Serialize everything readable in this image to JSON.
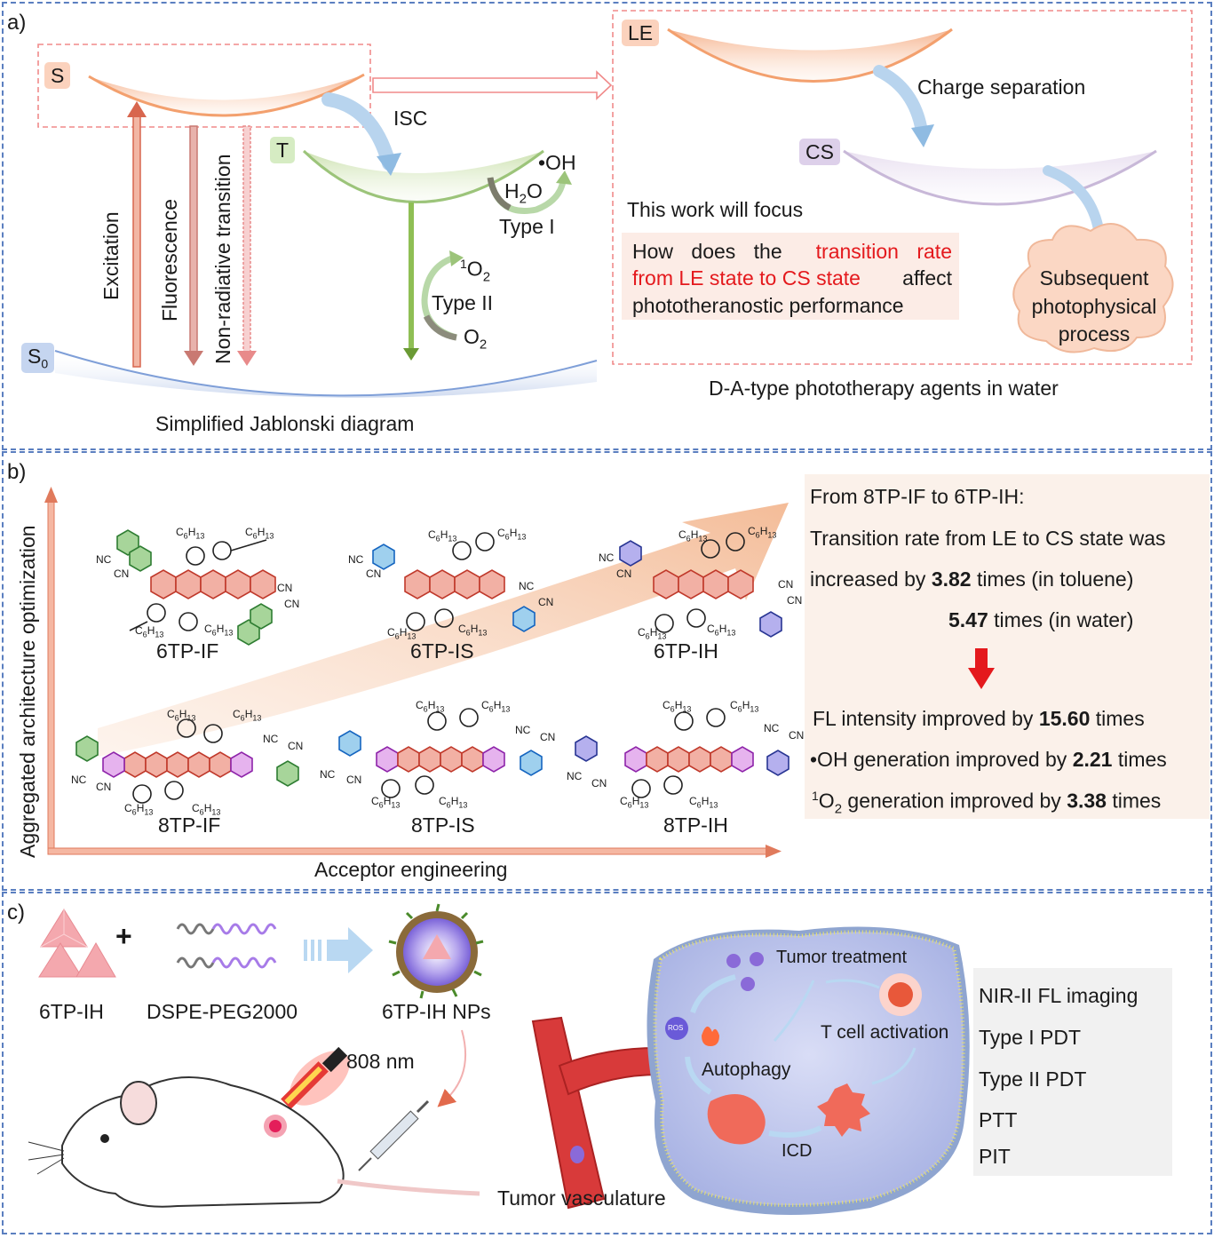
{
  "panel_a": {
    "label": "a)",
    "state_s": "S",
    "state_t": "T",
    "state_s0": "S",
    "state_s0_sub": "0",
    "isc": "ISC",
    "excitation": "Excitation",
    "fluorescence": "Fluorescence",
    "nonrad": "Non-radiative transition",
    "oh": "•OH",
    "h2o_main": "H",
    "h2o_sub": "2",
    "h2o_end": "O",
    "type1": "Type I",
    "o2_sup": "1",
    "o2_main": "O",
    "o2_sub": "2",
    "type2": "Type II",
    "o2b_main": "O",
    "o2b_sub": "2",
    "jablonski_caption": "Simplified Jablonski diagram",
    "state_le": "LE",
    "state_cs": "CS",
    "charge_sep": "Charge separation",
    "focus": "This work will focus",
    "q_part1": "How does the",
    "q_red1": "transition rate",
    "q_red2": "from LE state to CS state",
    "q_part2": "affect",
    "q_part3": "phototheranostic performance",
    "cloud_line1": "Subsequent",
    "cloud_line2": "photophysical",
    "cloud_line3": "process",
    "da_caption": "D-A-type phototherapy agents in water",
    "colors": {
      "s_curve": "#f0a070",
      "t_curve": "#a8c880",
      "s0_curve": "#7f9fd8",
      "cs_curve": "#c8b8d8",
      "accent_red": "#e4191d",
      "frame": "#5b7fc0"
    }
  },
  "panel_b": {
    "label": "b)",
    "y_axis": "Aggregated architecture optimization",
    "x_axis": "Acceptor engineering",
    "molecules": [
      "6TP-IF",
      "6TP-IS",
      "6TP-IH",
      "8TP-IF",
      "8TP-IS",
      "8TP-IH"
    ],
    "sub_c6h13": "C6H13",
    "nc": "NC",
    "cn": "CN",
    "result_title": "From 8TP-IF to 6TP-IH:",
    "result_line2": "Transition rate from LE to CS state was",
    "result_line3_a": "increased by",
    "result_line3_b": "3.82",
    "result_line3_c": "times (in toluene)",
    "result_line4_b": "5.47",
    "result_line4_c": "times (in water)",
    "fl_a": "FL intensity improved by",
    "fl_b": "15.60",
    "fl_c": "times",
    "oh_a": "•OH generation improved by",
    "oh_b": "2.21",
    "oh_c": "times",
    "so_sup": "1",
    "so_main": "O",
    "so_sub": "2",
    "so_a": "generation improved by",
    "so_b": "3.38",
    "so_c": "times"
  },
  "panel_c": {
    "label": "c)",
    "plus": "+",
    "mol": "6TP-IH",
    "dspe": "DSPE-PEG2000",
    "nps": "6TP-IH NPs",
    "laser": "808 nm",
    "tumor_treatment": "Tumor treatment",
    "ros": "ROS",
    "t_cell": "T cell activation",
    "autophagy": "Autophagy",
    "icd": "ICD",
    "vasculature": "Tumor vasculature",
    "modalities": [
      "NIR-II FL imaging",
      "Type I PDT",
      "Type II PDT",
      "PTT",
      "PIT"
    ]
  }
}
